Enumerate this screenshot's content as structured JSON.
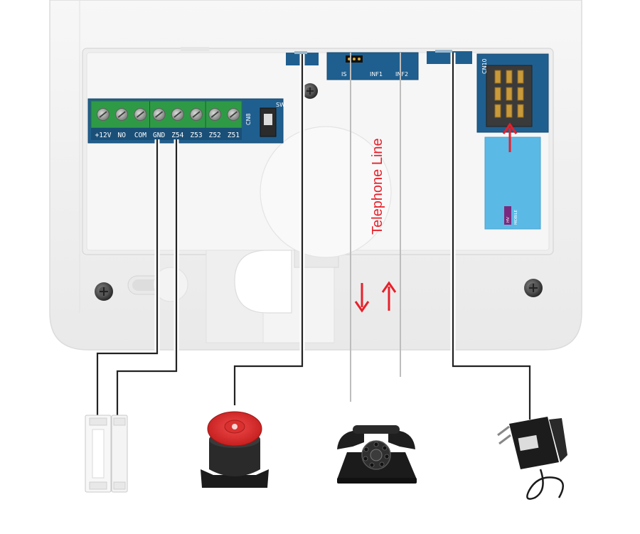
{
  "diagram": {
    "telephone_line_label": "Telephone Line",
    "terminal_labels": [
      "+12V",
      "NO",
      "COM",
      "GND",
      "Z54",
      "Z53",
      "Z52",
      "Z51"
    ],
    "switch_label": "SW",
    "connector_label": "CN8",
    "phone_port_labels": [
      "IS",
      "INF1",
      "INF2"
    ],
    "sim_slot_label": "CN10",
    "sim_card_text": "HV",
    "sim_card_subtext": "MOBILE",
    "devices": [
      "door-sensor",
      "siren",
      "telephone",
      "power-adapter"
    ]
  },
  "colors": {
    "housing": "#f2f2f2",
    "terminal_green": "#2f9a46",
    "board_blue": "#1f5f8f",
    "sim_blue": "#5bb9e6",
    "arrow_red": "#e8202a",
    "wire": "#222222"
  }
}
